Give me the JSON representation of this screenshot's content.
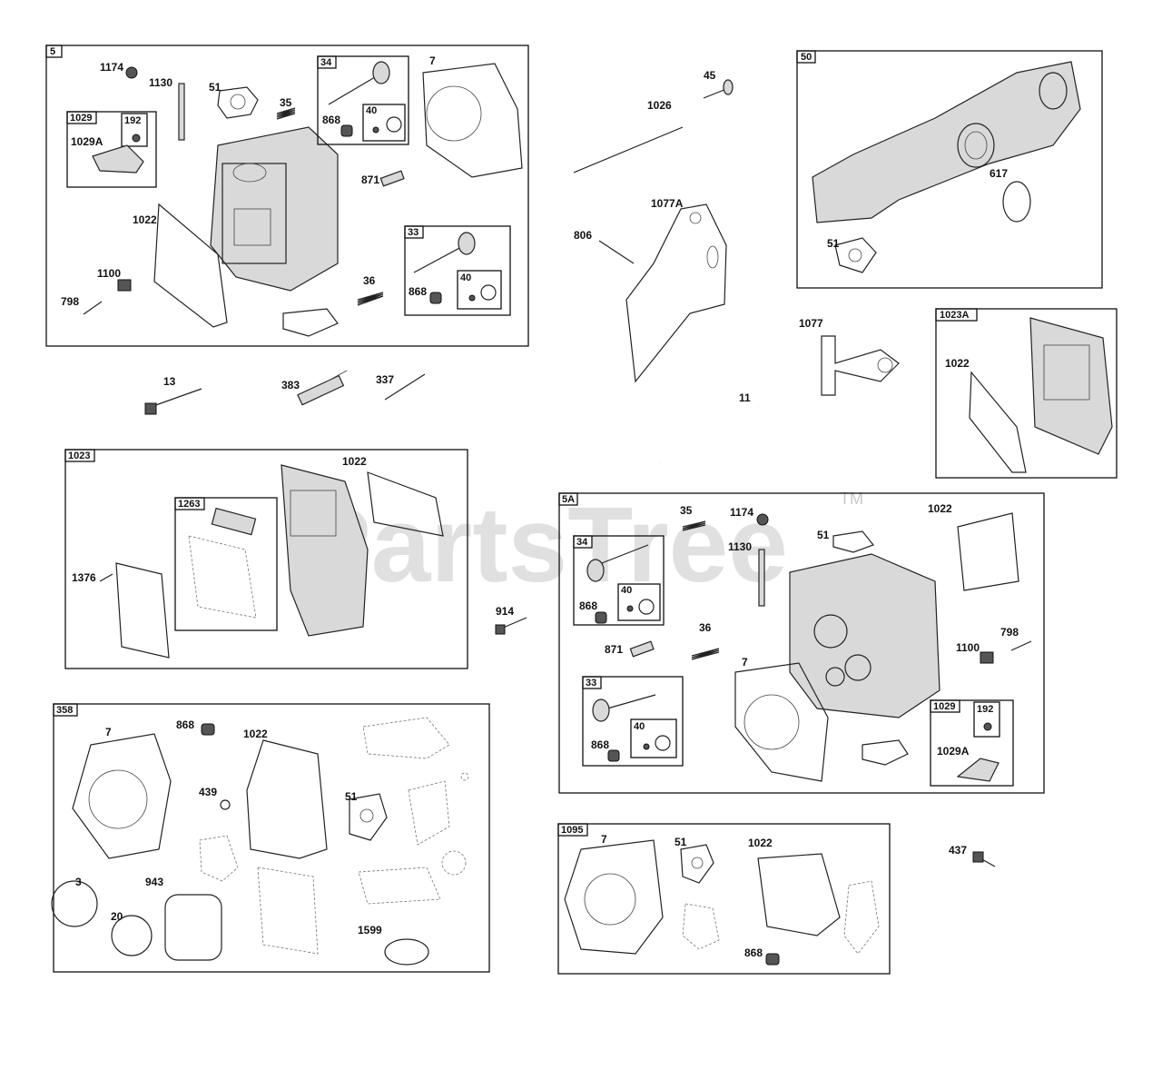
{
  "watermark": {
    "text": "PartsTree",
    "trademark": "TM"
  },
  "groups": {
    "g5": {
      "id": "5",
      "sub34": "34",
      "sub40a": "40",
      "sub33": "33",
      "sub40b": "40",
      "sub1029": "1029",
      "sub192": "192"
    },
    "g50": {
      "id": "50"
    },
    "g1023A": {
      "id": "1023A"
    },
    "g1023": {
      "id": "1023",
      "sub1263": "1263"
    },
    "g5A": {
      "id": "5A",
      "sub34": "34",
      "sub40a": "40",
      "sub33": "33",
      "sub40b": "40",
      "sub1029": "1029",
      "sub192": "192"
    },
    "g358": {
      "id": "358"
    },
    "g1095": {
      "id": "1095"
    }
  },
  "callouts": {
    "c1174": "1174",
    "c1130": "1130",
    "c51": "51",
    "c35": "35",
    "c7": "7",
    "c1029A": "1029A",
    "c868": "868",
    "c871": "871",
    "c1022": "1022",
    "c1100": "1100",
    "c798": "798",
    "c36": "36",
    "c45": "45",
    "c1026": "1026",
    "c1077A": "1077A",
    "c806": "806",
    "c617": "617",
    "c1077": "1077",
    "c11": "11",
    "c13": "13",
    "c383": "383",
    "c337": "337",
    "c1376": "1376",
    "c914": "914",
    "c439": "439",
    "c3": "3",
    "c20": "20",
    "c943": "943",
    "c1599": "1599",
    "c437": "437"
  }
}
